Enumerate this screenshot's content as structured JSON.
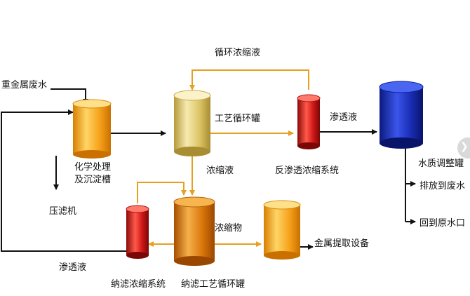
{
  "colors": {
    "flow_arrow": "#111111",
    "return_arrow": "#e6a020",
    "tank_orange": "#f7a21b",
    "tank_cream": "#ddc566",
    "tank_red": "#d01818",
    "tank_brown": "#d9760a",
    "tank_blue": "#1b2fb8"
  },
  "labels": {
    "wastewater_in": "重金属废水",
    "recycle_concentrate": "循环浓缩液",
    "process_tank": "工艺循环罐",
    "permeate_ro": "渗透液",
    "chem_treatment_line1": "化学处理",
    "chem_treatment_line2": "及沉淀槽",
    "concentrate": "浓缩液",
    "ro_system": "反渗透浓缩系统",
    "water_quality_tank": "水质调整罐",
    "discharge": "排放到废水",
    "return_to_source": "回到原水口",
    "filter_press": "压滤机",
    "concentrate_solids": "浓缩物",
    "metal_recovery": "金属提取设备",
    "permeate_nf": "渗透液",
    "nf_system": "纳滤浓缩系统",
    "nf_tank": "纳滤工艺循环罐"
  },
  "nav": {
    "icon": "chevron-right-icon",
    "glyph": "❯"
  }
}
